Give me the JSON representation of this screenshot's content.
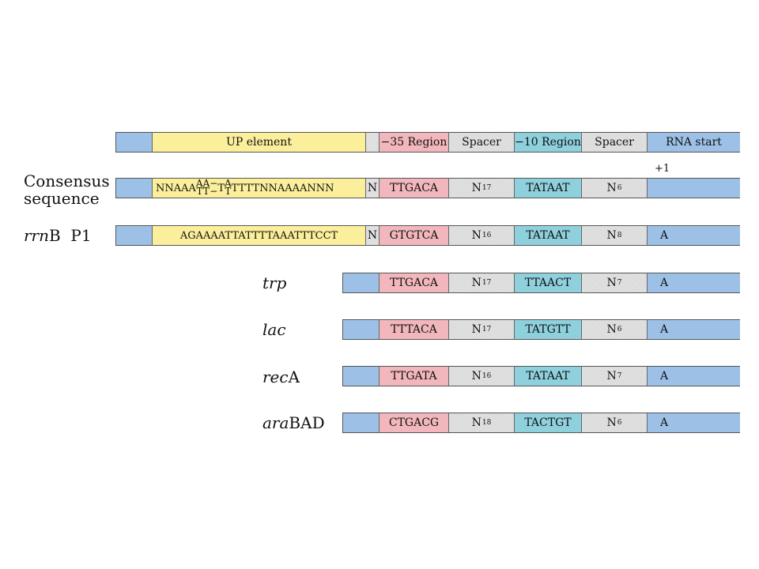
{
  "header": {
    "up_element": "UP element",
    "minus35": "−35 Region",
    "spacer1": "Spacer",
    "minus10": "−10 Region",
    "spacer2": "Spacer",
    "rna_start": "RNA start"
  },
  "consensus": {
    "label_line1": "Consensus",
    "label_line2": "sequence",
    "plus_one": "+1",
    "up_prefix": "NNAAA",
    "up_var1_top": "AA",
    "up_var1_bottom": "TT",
    "up_mid1": "−",
    "up_t": "T",
    "up_var2_top": "A",
    "up_var2_bottom": "T",
    "up_suffix": "TTTTNNAAAANNN",
    "n": "N",
    "minus35": "TTGACA",
    "spacer_n": "N",
    "spacer_sub": "17",
    "minus10": "TATAAT",
    "spacer2_n": "N",
    "spacer2_sub": "6",
    "rna": ""
  },
  "rrnB": {
    "label_italic": "rrn",
    "label_rest": "B  P1",
    "up_seq": "AGAAAATTATTTTAAATTTCCT",
    "n": "N",
    "minus35": "GTGTCA",
    "spacer_n": "N",
    "spacer_sub": "16",
    "minus10": "TATAAT",
    "spacer2_n": "N",
    "spacer2_sub": "8",
    "rna": "A"
  },
  "promoters": [
    {
      "label_italic": "trp",
      "label_rest": "",
      "minus35": "TTGACA",
      "spacer_sub": "17",
      "minus10": "TTAACT",
      "spacer2_sub": "7",
      "rna": "A"
    },
    {
      "label_italic": "lac",
      "label_rest": "",
      "minus35": "TTTACA",
      "spacer_sub": "17",
      "minus10": "TATGTT",
      "spacer2_sub": "6",
      "rna": "A"
    },
    {
      "label_italic": "rec",
      "label_rest": "A",
      "minus35": "TTGATA",
      "spacer_sub": "16",
      "minus10": "TATAAT",
      "spacer2_sub": "7",
      "rna": "A"
    },
    {
      "label_italic": "ara",
      "label_rest": "BAD",
      "minus35": "CTGACG",
      "spacer_sub": "18",
      "minus10": "TACTGT",
      "spacer2_sub": "6",
      "rna": "A"
    }
  ],
  "spacer_letter": "N",
  "colors": {
    "blue": "#9dc1e6",
    "yellow": "#fbef9c",
    "red": "#f2b7bd",
    "cyan": "#8fd0dd",
    "gray": "#e2e2e2"
  }
}
